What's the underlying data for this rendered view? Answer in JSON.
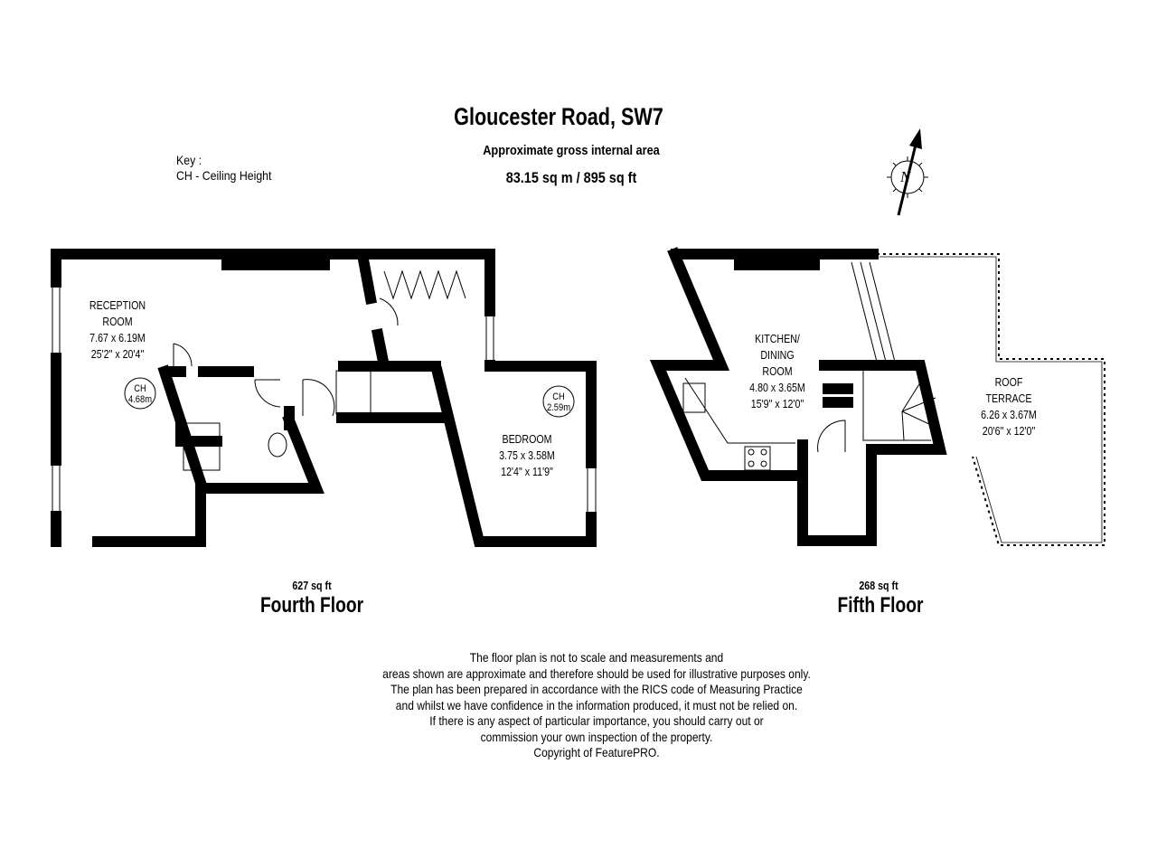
{
  "header": {
    "title": "Gloucester Road, SW7",
    "subtitle": "Approximate gross internal area",
    "area": "83.15 sq m /  895 sq ft"
  },
  "key": {
    "title": "Key :",
    "entry": "CH - Ceiling Height"
  },
  "compass": {
    "label": "N"
  },
  "fourth_floor": {
    "name": "Fourth Floor",
    "area": "627 sq ft",
    "reception": {
      "line1": "RECEPTION",
      "line2": "ROOM",
      "metric": "7.67 x 6.19M",
      "imperial": "25'2\" x 20'4\""
    },
    "reception_ch": {
      "label": "CH",
      "value": "4.68m"
    },
    "bedroom": {
      "line1": "BEDROOM",
      "metric": "3.75 x 3.58M",
      "imperial": "12'4\" x 11'9\""
    },
    "bedroom_ch": {
      "label": "CH",
      "value": "2.59m"
    }
  },
  "fifth_floor": {
    "name": "Fifth Floor",
    "area": "268 sq ft",
    "kitchen": {
      "line1": "KITCHEN/",
      "line2": "DINING",
      "line3": "ROOM",
      "metric": "4.80 x 3.65M",
      "imperial": "15'9\" x 12'0\""
    },
    "terrace": {
      "line1": "ROOF",
      "line2": "TERRACE",
      "metric": "6.26 x 3.67M",
      "imperial": "20'6\" x 12'0\""
    }
  },
  "disclaimer": [
    "The floor plan is not to scale and measurements and",
    "areas shown are approximate and therefore should be used for illustrative purposes only.",
    "The plan has been prepared in accordance with the RICS code of Measuring Practice",
    "and whilst we have confidence in the information produced, it must not be relied on.",
    "If there is any aspect of particular importance, you should carry out or",
    "commission your own inspection of the property.",
    "Copyright of FeaturePRO."
  ]
}
